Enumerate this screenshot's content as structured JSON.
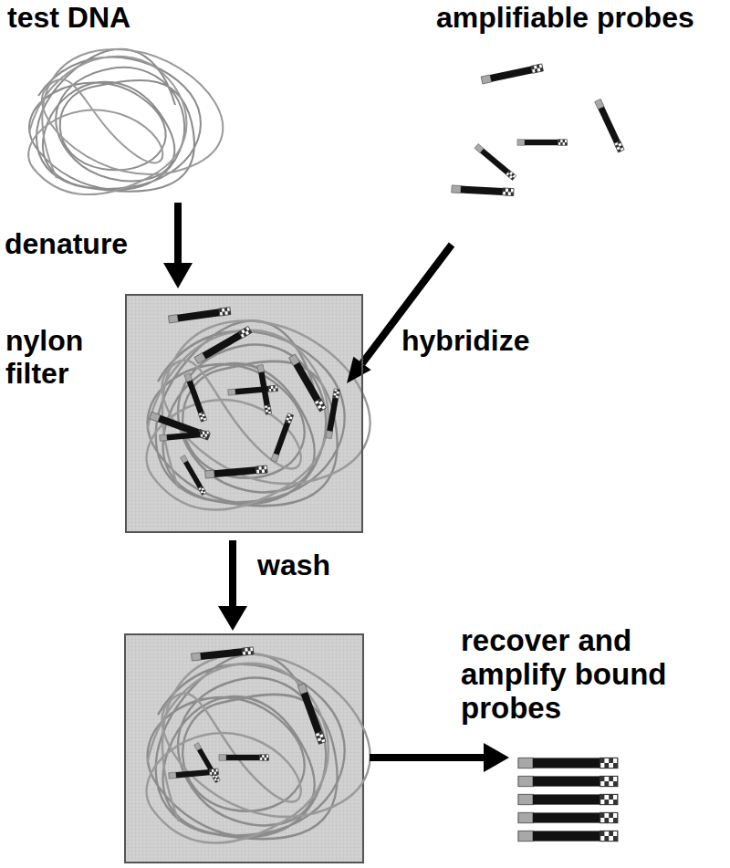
{
  "diagram": {
    "nodes": [
      {
        "text": [
          "nylon filter"
        ]
      }
    ],
    "labels": [
      "test DNA",
      "amplifiable probes",
      "denature",
      "hybridize",
      "wash",
      "recover and amplify bound probes"
    ]
  }
}
